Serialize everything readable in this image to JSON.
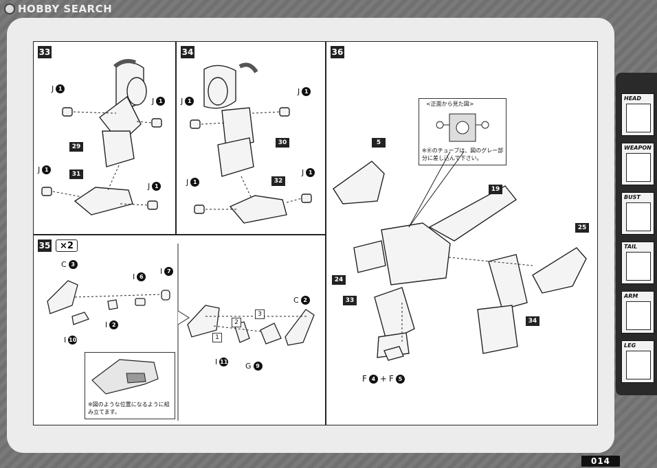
{
  "header": {
    "logo_text": "HOBBY SEARCH"
  },
  "steps": {
    "s33": {
      "num": "33",
      "parts": [
        "J",
        "1",
        "29",
        "31"
      ]
    },
    "s34": {
      "num": "34",
      "parts": [
        "J",
        "1",
        "30",
        "32"
      ]
    },
    "s35": {
      "num": "35",
      "mult": "×2",
      "labels": {
        "c3": "C",
        "c3n": "3",
        "i6": "I",
        "i6n": "6",
        "i7": "I",
        "i7n": "7",
        "i2": "I",
        "i2n": "2",
        "i10": "I",
        "i10n": "10",
        "c2": "C",
        "c2n": "2",
        "i11": "I",
        "i11n": "11",
        "g9": "G",
        "g9n": "9",
        "o1": "1",
        "o2": "2",
        "o3": "3"
      },
      "note": "※図のような位置になるように組み立てます。"
    },
    "s36": {
      "num": "36",
      "inset_title": "<正面から見た図>",
      "inset_note": "※Ⓑのチューブは、図のグレー部分に差し込んで下さい。",
      "parts": [
        "5",
        "19",
        "25",
        "24",
        "33",
        "34"
      ],
      "f_label": "F",
      "f4": "4",
      "plus": "+",
      "f5_label": "F",
      "f5": "5"
    }
  },
  "sidebar": {
    "tabs": [
      "HEAD",
      "WEAPON",
      "BUST",
      "TAIL",
      "ARM",
      "LEG"
    ]
  },
  "page_number": "014"
}
